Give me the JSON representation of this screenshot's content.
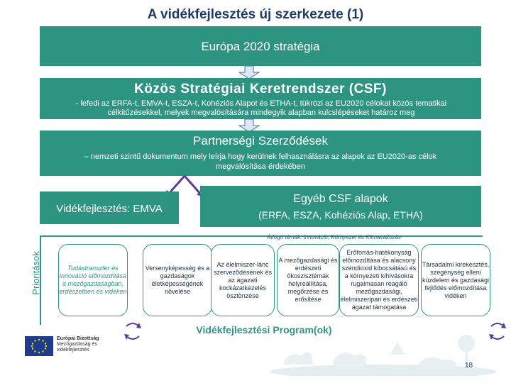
{
  "title": "A vidékfejlesztés új szerkezete (1)",
  "europe2020": {
    "label": "Európa 2020 stratégia"
  },
  "csf": {
    "heading": "Közös Stratégiai Keretrendszer (CSF)",
    "line1": "- lefedi az ERFA-t, EMVA-t, ESZA-t, Kohéziós Alapot és ETHA-t, tükrözi az EU2020 célokat közös tematikai",
    "line2": "célkitűzésekkel, melyek megvalósítására mindegyik alapban kulcslépéseket határoz meg"
  },
  "partnership": {
    "heading": "Partnerségi Szerződések",
    "line1": "– nemzeti szintű dokumentum mely leírja hogy kerülnek felhasználásra az alapok az EU2020-as célok",
    "line2": "megvalósítása érdekében"
  },
  "emva": {
    "label": "Vidékfejlesztés: EMVA"
  },
  "other_funds": {
    "line1": "Egyéb CSF alapok",
    "line2": "(ERFA, ESZA, Kohéziós Alap, ETHA)"
  },
  "priorities_label": "Prioritások",
  "cross_cutting": "Átfogó témák: Innováció, Környezet és Klímaváltozás",
  "priorities": [
    {
      "text": "Tudástranszfer és innováció előmozdítása a mezőgazdaságban, erdészetben és vidéken"
    },
    {
      "text": "Versenyképesség és a gazdaságok életképességének növelése"
    },
    {
      "text": "Az élelmiszer-lánc szervezõdésének és az ágazati kockázatkezelés ösztönzése"
    },
    {
      "text": "A mezőgazdasági és erdészeti ökoszisztémák helyreállítása, megőrzése és erősítése"
    },
    {
      "text": "Erőforrás-hatékonyság előmozdítása és alacsony széndioxid kibocsátású és a környezeti kihívásokra rugalmasan reagáló mezőgazdasági, élelmiszeripari és erdészeti ágazat támogatása"
    },
    {
      "text": "Társadalmi kirekesztés, szegénység elleni küzdelem és gazdasági fejlődés előmozdítása vidéken"
    }
  ],
  "program": {
    "label": "Vidékfejlesztési Program(ok)"
  },
  "eu": {
    "line1": "Európai Bizottság",
    "line2": "Mezőgazdaság és",
    "line3": "vidékfejlesztés"
  },
  "page_number": "18",
  "colors": {
    "accent": "#2e9482",
    "title": "#1f3a63",
    "arrow": "#4a6fb0",
    "cycle": "#5a3d99"
  }
}
